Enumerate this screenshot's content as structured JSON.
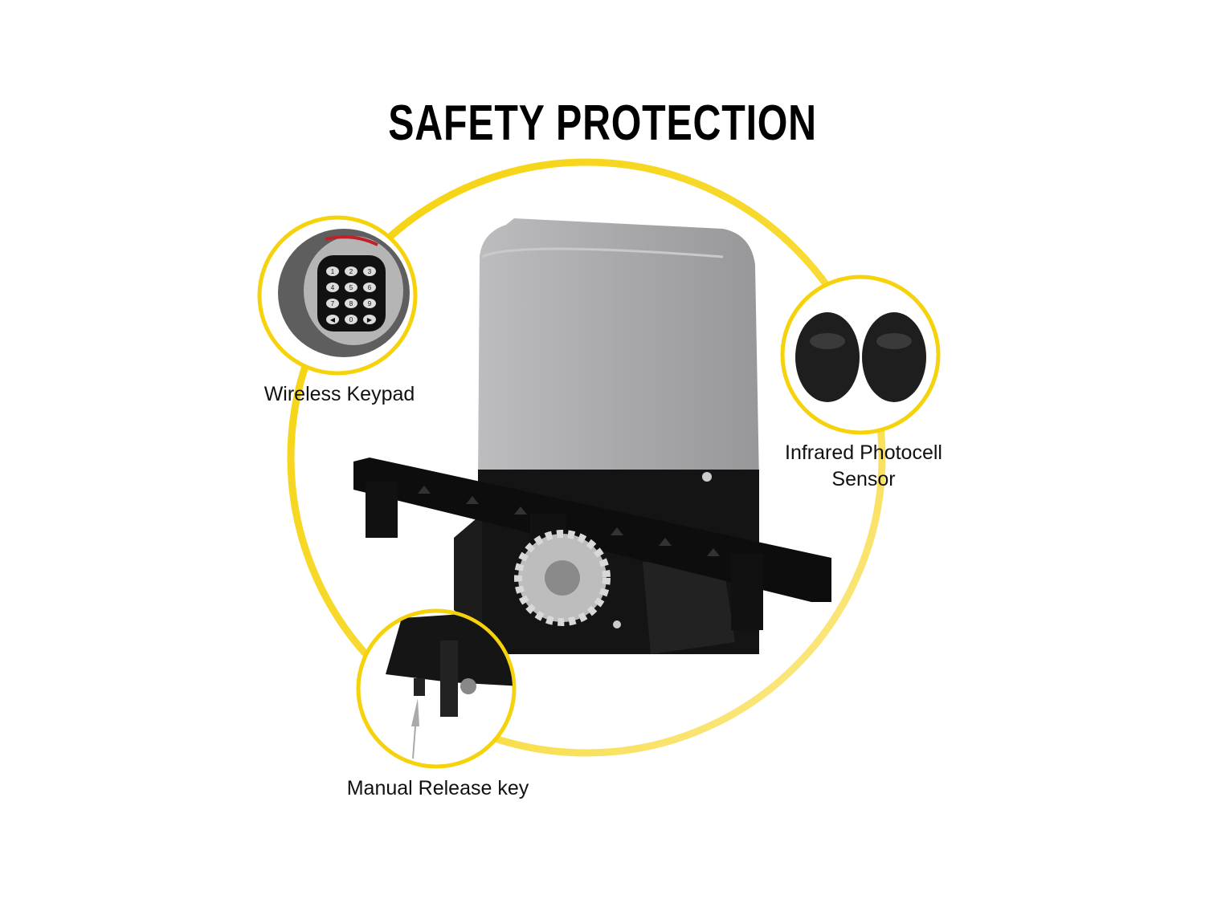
{
  "title": "SAFETY PROTECTION",
  "features": [
    {
      "label": "Wireless Keypad",
      "icon": "keypad-icon"
    },
    {
      "label_line1": "Infrared Photocell",
      "label_line2": "Sensor",
      "icon": "photocell-sensor-icon"
    },
    {
      "label": "Manual Release key",
      "icon": "release-key-icon"
    }
  ],
  "keypad_keys": [
    "1",
    "2",
    "3",
    "4",
    "5",
    "6",
    "7",
    "8",
    "9",
    "◀",
    "0",
    "▶"
  ],
  "colors": {
    "accent": "#F5D20A",
    "housing": "#A9A8AB",
    "base": "#111111"
  }
}
